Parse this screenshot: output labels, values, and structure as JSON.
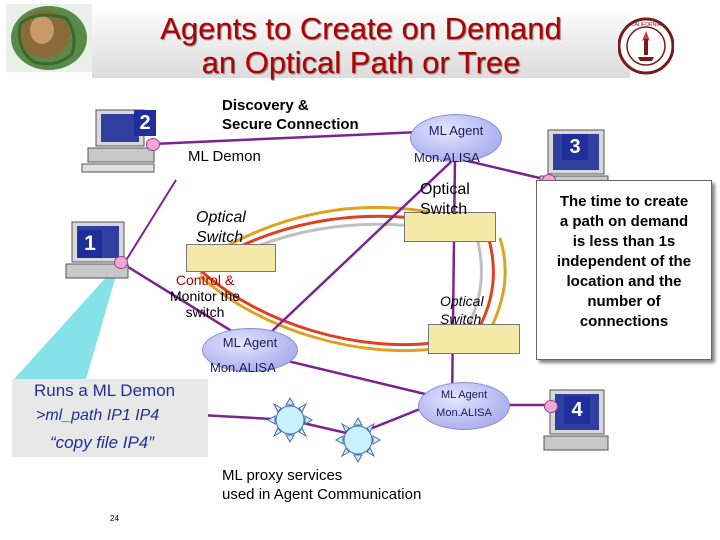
{
  "title": {
    "line1": "Agents to Create on Demand",
    "line2": "an Optical Path or Tree"
  },
  "labels": {
    "discovery": {
      "line1": "Discovery &",
      "line2": "Secure Connection"
    },
    "ml_demon": "ML Demon",
    "optical_switch_left": {
      "line1": "Optical",
      "line2": "Switch"
    },
    "optical_switch_top": {
      "line1": "Optical",
      "line2": "Switch"
    },
    "optical_switch_right": {
      "line1": "Optical",
      "line2": "Switch"
    },
    "control": {
      "line1": "Control &",
      "line2": "Monitor the",
      "line3": "switch"
    },
    "proxy": {
      "line1": "ML proxy services",
      "line2": "used in Agent Communication"
    },
    "page_number": "24"
  },
  "nodes": {
    "top": {
      "agent": "ML Agent",
      "monalisa": "Mon.ALISA"
    },
    "left": {
      "agent": "ML Agent",
      "monalisa": "Mon.ALISA"
    },
    "bottom": {
      "agent": "ML Agent",
      "monalisa": "Mon.ALISA"
    }
  },
  "numbers": {
    "n1": "1",
    "n2": "2",
    "n3": "3",
    "n4": "4"
  },
  "time_box": {
    "lines": [
      "The time to create",
      "a path on demand",
      "is less than 1s",
      "independent of the",
      "location and the",
      "number of",
      "connections"
    ]
  },
  "runs_box": {
    "line1": "Runs a ML Demon",
    "line2": ">ml_path IP1 IP4",
    "line3": "“copy file IP4”"
  },
  "colors": {
    "title": "#b00000",
    "number_box": "#1f2f9a",
    "link": "#7b2490",
    "node": "#b5b9f0",
    "highlight": "#80e0e8"
  }
}
